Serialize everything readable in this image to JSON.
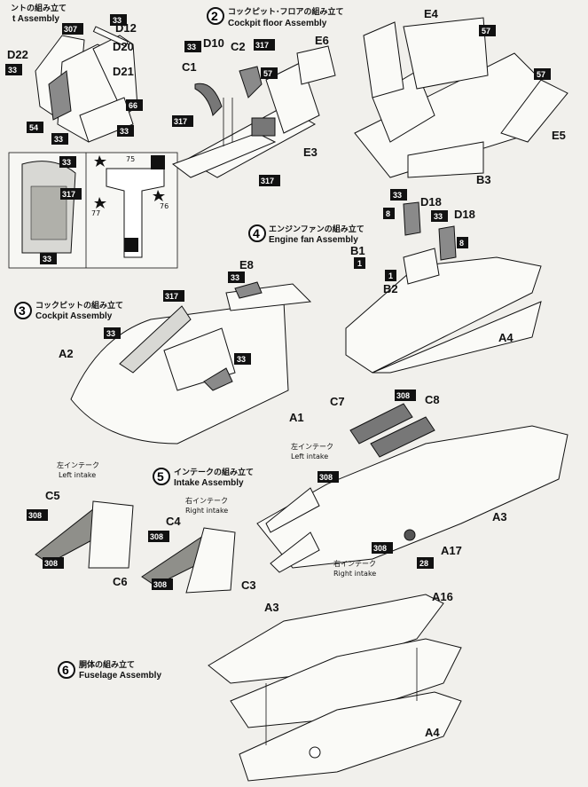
{
  "step1": {
    "title_jp": "ントの組み立て",
    "title_en": "t Assembly",
    "labels": {
      "d12": "D12",
      "d20": "D20",
      "d21": "D21",
      "d22": "D22"
    },
    "badges": [
      "307",
      "33",
      "33",
      "66",
      "54",
      "33",
      "33",
      "33",
      "317",
      "33"
    ],
    "decals": [
      "75",
      "77",
      "76"
    ]
  },
  "step2": {
    "number": "2",
    "title_jp": "コックピット･フロアの組み立て",
    "title_en": "Cockpit floor Assembly",
    "labels": {
      "d10": "D10",
      "c1": "C1",
      "c2": "C2",
      "e6": "E6",
      "e3": "E3"
    },
    "badges": [
      "33",
      "317",
      "57",
      "317",
      "317"
    ]
  },
  "top_right": {
    "labels": {
      "e4": "E4",
      "e5": "E5",
      "b3": "B3"
    },
    "badges": [
      "57",
      "57"
    ]
  },
  "step3": {
    "number": "3",
    "title_jp": "コックピットの組み立て",
    "title_en": "Cockpit Assembly",
    "labels": {
      "e8": "E8",
      "a2": "A2",
      "a1": "A1"
    },
    "badges": [
      "317",
      "33",
      "33",
      "33"
    ]
  },
  "step4": {
    "number": "4",
    "title_jp": "エンジンファンの組み立て",
    "title_en": "Engine fan Assembly",
    "labels": {
      "d18a": "D18",
      "d18b": "D18",
      "b1": "B1",
      "b2": "B2",
      "a4": "A4"
    },
    "badges": [
      "33",
      "8",
      "33",
      "8",
      "1",
      "1"
    ]
  },
  "step5": {
    "number": "5",
    "title_jp": "インテークの組み立て",
    "title_en": "Intake Assembly",
    "left_jp": "左インテーク",
    "left_en": "Left intake",
    "right_jp": "右インテーク",
    "right_en": "Right intake",
    "labels": {
      "c5": "C5",
      "c6": "C6",
      "c4": "C4",
      "c3": "C3",
      "c7": "C7",
      "c8": "C8",
      "a3": "A3",
      "a17": "A17"
    },
    "badges": [
      "308",
      "308",
      "308",
      "308",
      "308",
      "308",
      "308",
      "28"
    ]
  },
  "step6": {
    "number": "6",
    "title_jp": "胴体の組み立て",
    "title_en": "Fuselage Assembly",
    "labels": {
      "a3": "A3",
      "a16": "A16",
      "a4": "A4"
    }
  }
}
